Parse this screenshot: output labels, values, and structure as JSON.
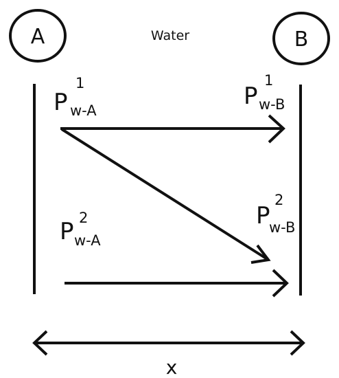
{
  "nodes": {
    "a_label": "A",
    "b_label": "B"
  },
  "medium_label": "Water",
  "pressures": {
    "p_w_a_1": {
      "main": "P",
      "sub": "w-A",
      "sup": "1"
    },
    "p_w_b_1": {
      "main": "P",
      "sub": "w-B",
      "sup": "1"
    },
    "p_w_a_2": {
      "main": "P",
      "sub": "w-A",
      "sup": "2"
    },
    "p_w_b_2": {
      "main": "P",
      "sub": "w-B",
      "sup": "2"
    }
  },
  "distance_label": "x",
  "colors": {
    "ink": "#111111",
    "background": "#ffffff"
  }
}
